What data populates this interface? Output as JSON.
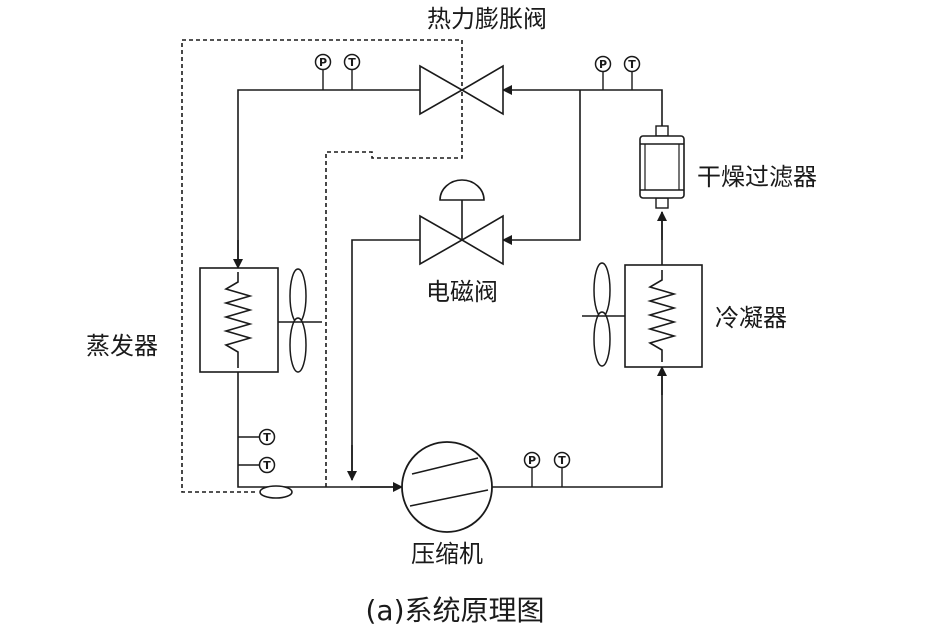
{
  "labels": {
    "expansion_valve": "热力膨胀阀",
    "filter_drier": "干燥过滤器",
    "solenoid_valve": "电磁阀",
    "condenser": "冷凝器",
    "evaporator": "蒸发器",
    "compressor": "压缩机",
    "caption": "(a)系统原理图"
  },
  "gauges": {
    "pressure": "P",
    "temperature": "T"
  },
  "colors": {
    "line": "#1a1a1a",
    "background": "#ffffff"
  }
}
